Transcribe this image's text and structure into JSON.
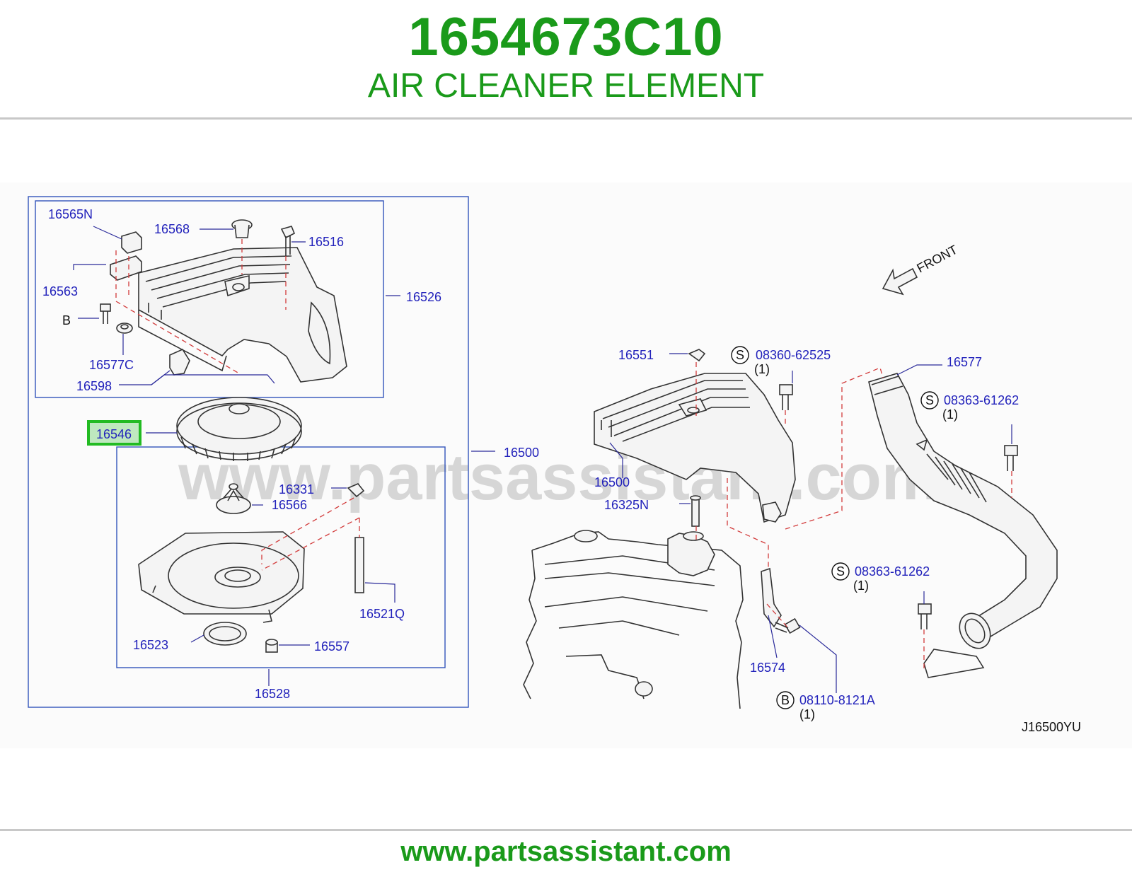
{
  "header": {
    "part_number": "1654673C10",
    "part_name": "AIR CLEANER ELEMENT"
  },
  "footer": {
    "website": "www.partsassistant.com"
  },
  "diagram": {
    "watermark": "www.partsassistant.com",
    "direction_label": "FRONT",
    "drawing_code": "J16500YU",
    "highlighted_label": "16546",
    "highlight_color": "#22bb22",
    "labels": {
      "p16565N": "16565N",
      "p16568": "16568",
      "p16516": "16516",
      "p16563": "16563",
      "p16526": "16526",
      "pB": "B",
      "p16577C": "16577C",
      "p16598": "16598",
      "p16500a": "16500",
      "p16331": "16331",
      "p16566": "16566",
      "p16521Q": "16521Q",
      "p16523": "16523",
      "p16557": "16557",
      "p16528": "16528",
      "p16551": "16551",
      "p16500b": "16500",
      "p16325N": "16325N",
      "p16574": "16574",
      "p16577": "16577",
      "s1": "08360-62525",
      "s1q": "(1)",
      "s2": "08363-61262",
      "s2q": "(1)",
      "s3": "08363-61262",
      "s3q": "(1)",
      "b1": "08110-8121A",
      "b1q": "(1)",
      "s_letter": "S",
      "b_letter": "B"
    }
  }
}
